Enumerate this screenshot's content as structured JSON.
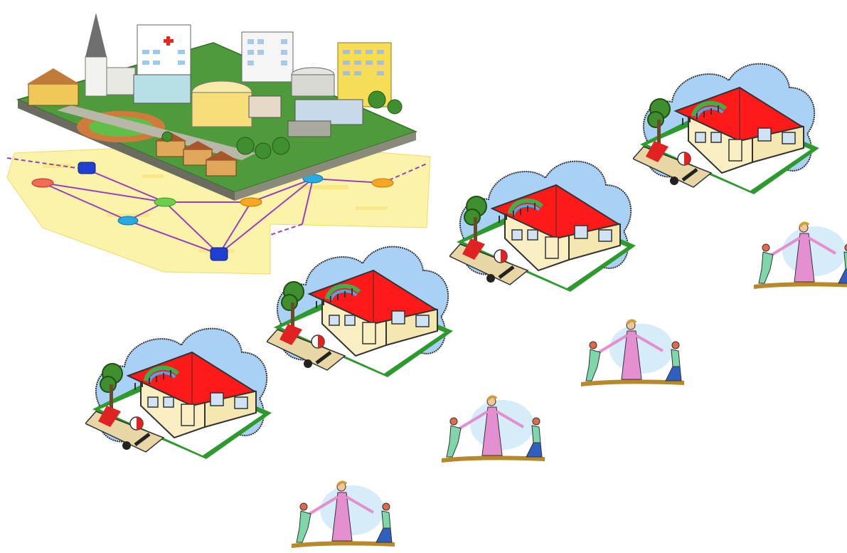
{
  "scene": {
    "colors": {
      "sky_cloud": "#a9d1f5",
      "roof": "#ff1a1a",
      "wall": "#fbf2c4",
      "lawn": "#2d9a2d",
      "map_paper": "#fbf3a8",
      "network_line": "#9a3fc0",
      "woman_dress": "#e48fcf",
      "child_shirt": "#7fd6a8"
    },
    "illustrations": [
      {
        "name": "city-model-on-network-map"
      },
      {
        "name": "house-on-cloud"
      },
      {
        "name": "house-on-cloud"
      },
      {
        "name": "house-on-cloud"
      },
      {
        "name": "house-on-cloud"
      },
      {
        "name": "woman-pulled-by-two-children"
      },
      {
        "name": "woman-pulled-by-two-children"
      },
      {
        "name": "woman-pulled-by-two-children"
      },
      {
        "name": "woman-pulled-by-two-children"
      }
    ]
  }
}
